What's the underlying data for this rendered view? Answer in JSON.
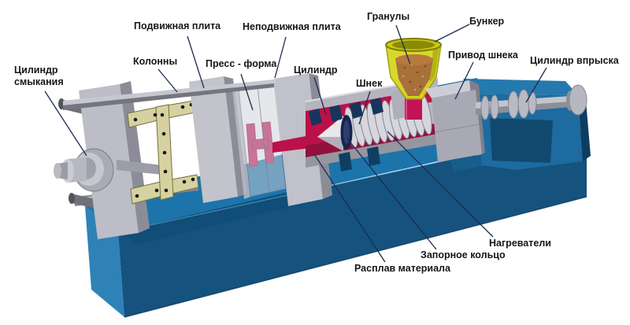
{
  "diagram": {
    "subject": "injection-molding-machine",
    "labels": [
      {
        "id": "clamp-cylinder",
        "text": "Цилиндр\nсмыкания"
      },
      {
        "id": "movable-platen",
        "text": "Подвижная плита"
      },
      {
        "id": "tie-bars",
        "text": "Колонны"
      },
      {
        "id": "mold",
        "text": "Пресс - форма"
      },
      {
        "id": "fixed-platen",
        "text": "Неподвижная плита"
      },
      {
        "id": "granules",
        "text": "Гранулы"
      },
      {
        "id": "hopper",
        "text": "Бункер"
      },
      {
        "id": "screw-drive",
        "text": "Привод шнека"
      },
      {
        "id": "injection-cylinder",
        "text": "Цилиндр впрыска"
      },
      {
        "id": "barrel-cylinder",
        "text": "Цилиндр"
      },
      {
        "id": "screw",
        "text": "Шнек"
      },
      {
        "id": "heaters",
        "text": "Нагреватели"
      },
      {
        "id": "check-ring",
        "text": "Запорное кольцо"
      },
      {
        "id": "material-melt",
        "text": "Расплав материала"
      }
    ]
  },
  "colors": {
    "background": "#ffffff",
    "base_top": "#1c74ab",
    "base_front": "#15527d",
    "base_side": "#2e82b7",
    "housing_blue": "#1d6ba0",
    "metal_light": "#c6c7cf",
    "metal_mid": "#a8a9b4",
    "metal_dark": "#7e7f8a",
    "toggle_khaki": "#d6d1a0",
    "melt_crimson": "#bb1149",
    "mold_part_pink": "#c2185b",
    "hopper_yellow": "#d6d61a",
    "granules_brown": "#a8703a",
    "heater_navy": "#16355c",
    "leader_line": "#1d2b52",
    "label_text": "#161616"
  }
}
